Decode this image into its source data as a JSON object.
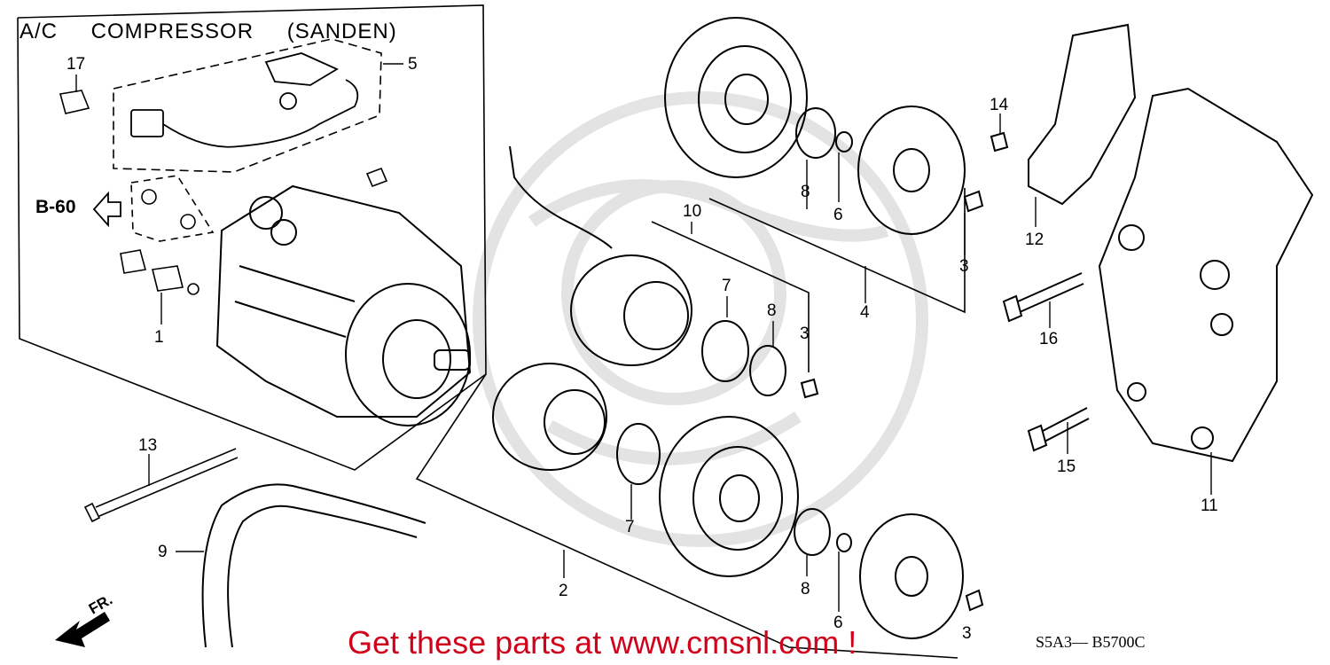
{
  "header": {
    "title": "A/C     COMPRESSOR (SANDEN)"
  },
  "reference": {
    "label": "B-60"
  },
  "direction": {
    "label": "FR."
  },
  "footer": {
    "promo": "Get these parts at www.cmsnl.com !",
    "diagram_code": "S5A3— B5700C"
  },
  "callouts": [
    "17",
    "5",
    "1",
    "13",
    "9",
    "10",
    "7",
    "8",
    "3",
    "2",
    "7",
    "8",
    "6",
    "4",
    "3",
    "8",
    "6",
    "3",
    "14",
    "12",
    "16",
    "15",
    "11"
  ],
  "colors": {
    "line": "#000000",
    "promo": "#d0021b",
    "watermark": "#d9d9d9"
  }
}
